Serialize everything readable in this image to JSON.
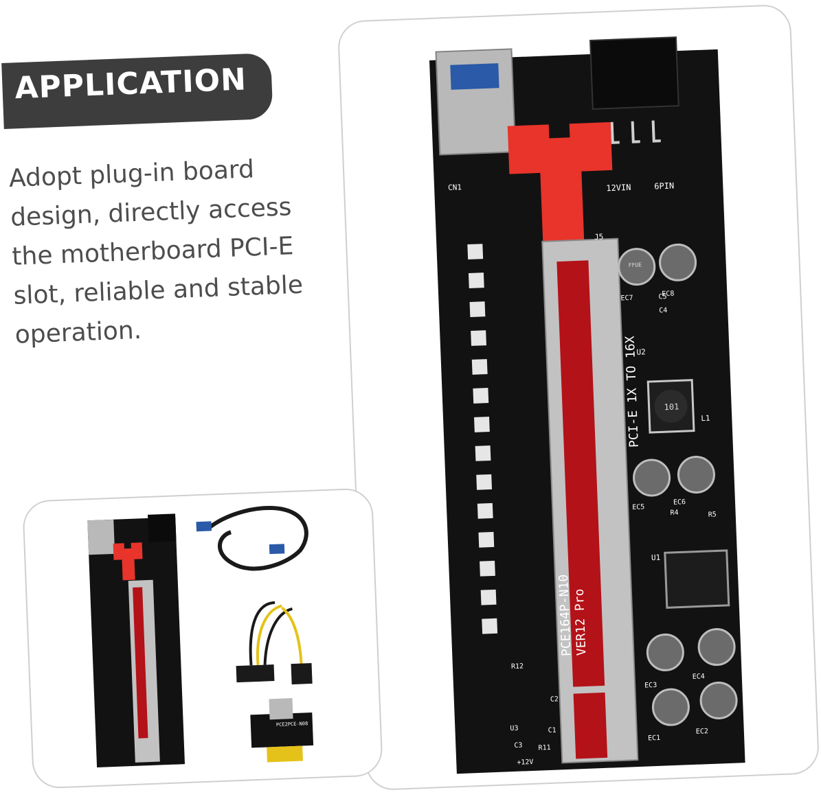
{
  "heading": "APPLICATION",
  "description": "Adopt plug-in board design, directly access the motherboard PCI-E slot, reliable and stable operation.",
  "board": {
    "model": "PCE164P-N10",
    "version": "VER12 Pro",
    "slot_label": "PCI-E 1X TO 16X",
    "power_12v": "12VIN",
    "power_6pin": "6PIN",
    "inductor": "101",
    "cap_marking": "FFUE",
    "cn1": "CN1",
    "j5": "J5",
    "u2": "U2",
    "l1": "L1",
    "u1": "U1",
    "ec7": "EC7",
    "ec8": "EC8",
    "ec5": "EC5",
    "ec6": "EC6",
    "ec3": "EC3",
    "ec4": "EC4",
    "ec1": "EC1",
    "ec2": "EC2",
    "c5": "C5",
    "c4": "C4",
    "r4": "R4",
    "r5": "R5",
    "c1": "C1",
    "c2": "C2",
    "c3": "C3",
    "u3": "U3",
    "r12": "R12",
    "r11": "R11",
    "pwr_plus": "+12V"
  },
  "adapter": {
    "model": "PCE2PCE-N08"
  },
  "colors": {
    "badge": "#3d3d3d",
    "pcb": "#121212",
    "riser_red": "#e8342b",
    "slot_red": "#b31218",
    "gold": "#e5c21a"
  }
}
